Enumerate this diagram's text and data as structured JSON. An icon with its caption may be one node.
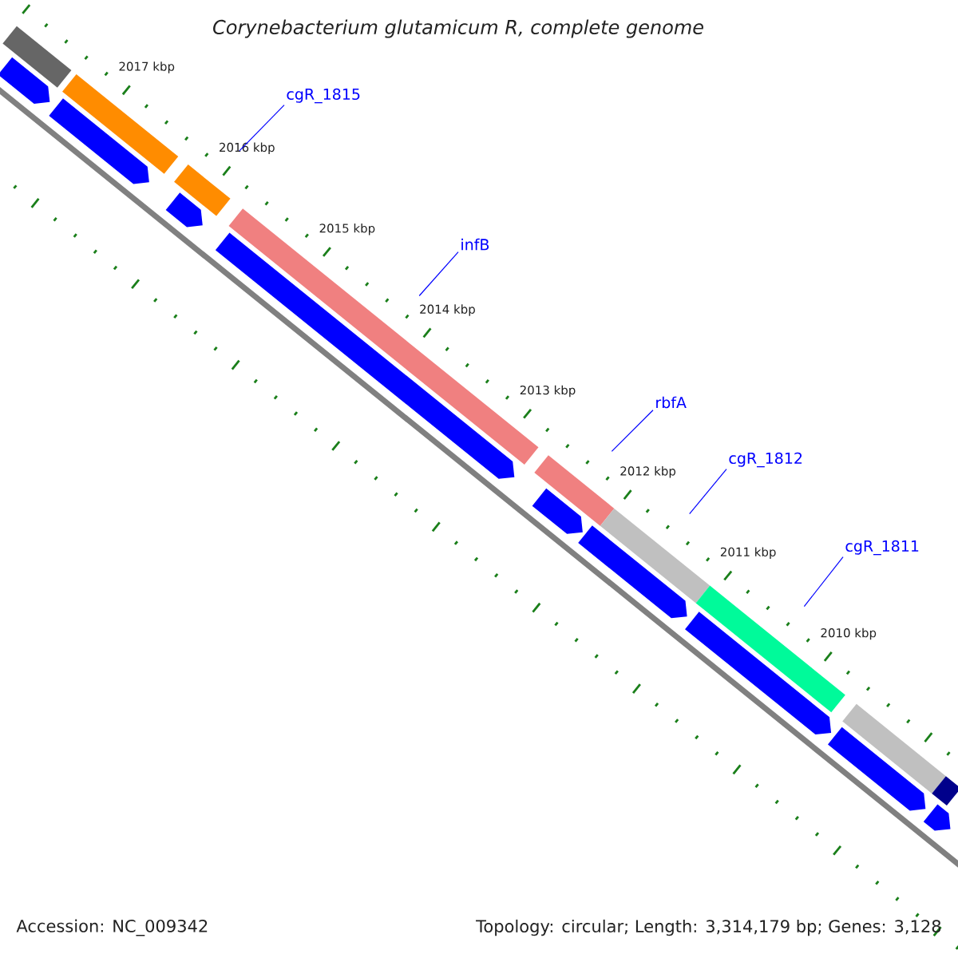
{
  "diagram": {
    "title": "Corynebacterium glutamicum R, complete genome",
    "nodes": [
      {
        "text": [
          "cgR_1815"
        ]
      },
      {
        "text": [
          "infB"
        ]
      },
      {
        "text": [
          "rbfA"
        ]
      },
      {
        "text": [
          "cgR_1812"
        ]
      },
      {
        "text": [
          "cgR_1811"
        ]
      },
      {
        "text": [],
        "shape": "pentagon"
      },
      {
        "text": [],
        "shape": "bar"
      },
      {
        "text": [],
        "shape": "bar"
      },
      {
        "text": [],
        "shape": "pentagon"
      },
      {
        "text": [],
        "shape": "bar"
      },
      {
        "text": [],
        "shape": "pentagon"
      },
      {
        "text": [],
        "shape": "bar"
      },
      {
        "text": [],
        "shape": "pentagon"
      },
      {
        "text": [],
        "shape": "bar"
      },
      {
        "text": [],
        "shape": "pentagon"
      },
      {
        "text": [],
        "shape": "pentagon"
      },
      {
        "text": [],
        "shape": "bar"
      },
      {
        "text": [],
        "shape": "bar"
      },
      {
        "text": [],
        "shape": "pentagon"
      },
      {
        "text": [],
        "shape": "bar"
      },
      {
        "text": [],
        "shape": "pentagon"
      },
      {
        "text": [],
        "shape": "bar"
      },
      {
        "text": [],
        "shape": "pentagon"
      }
    ],
    "edges": [
      {
        "from": 0,
        "to": 9,
        "arrow": "none"
      },
      {
        "from": 1,
        "to": 11,
        "arrow": "none"
      },
      {
        "from": 2,
        "to": 13,
        "arrow": "none"
      },
      {
        "from": 3,
        "to": 16,
        "arrow": "none"
      },
      {
        "from": 4,
        "to": 17,
        "arrow": "none"
      }
    ],
    "labels": [
      "2017 kbp",
      "2016 kbp",
      "2015 kbp",
      "2014 kbp",
      "2013 kbp",
      "2012 kbp",
      "2011 kbp",
      "2010 kbp",
      "Accession: NC_009342",
      "Topology: circular; Length: 3,314,179 bp; Genes: 3,128"
    ]
  }
}
